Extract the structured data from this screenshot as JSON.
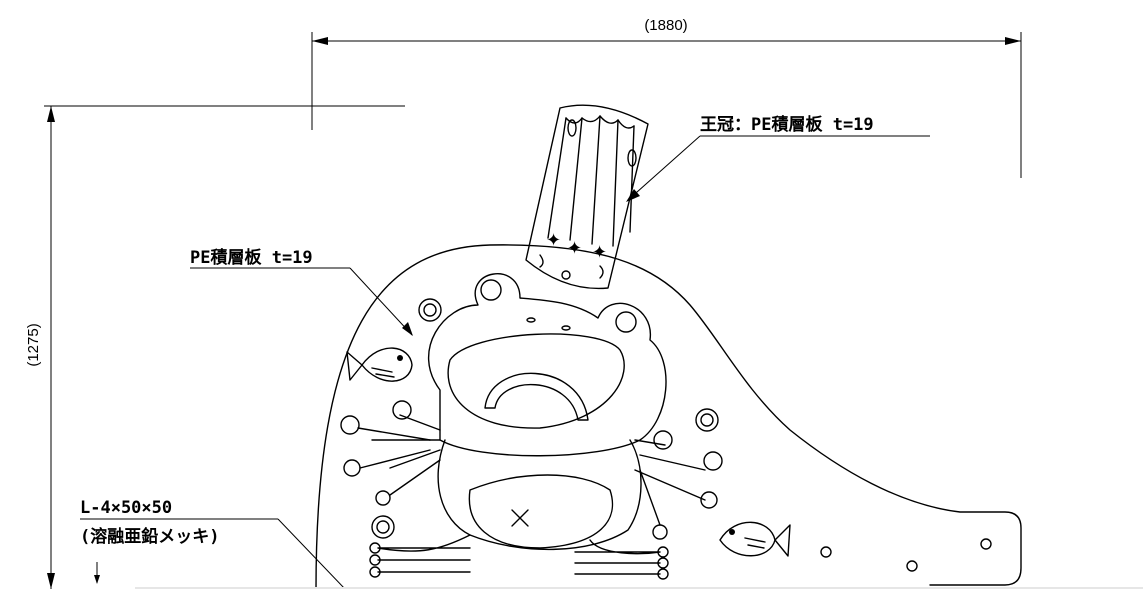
{
  "dimensions": {
    "width_label": "(1880)",
    "height_label": "(1275)"
  },
  "labels": {
    "crown": "王冠：PE積層板 t=19",
    "body": "PE積層板 t=19",
    "angle_line1": "L-4×50×50",
    "angle_line2": "(溶融亜鉛メッキ)"
  }
}
